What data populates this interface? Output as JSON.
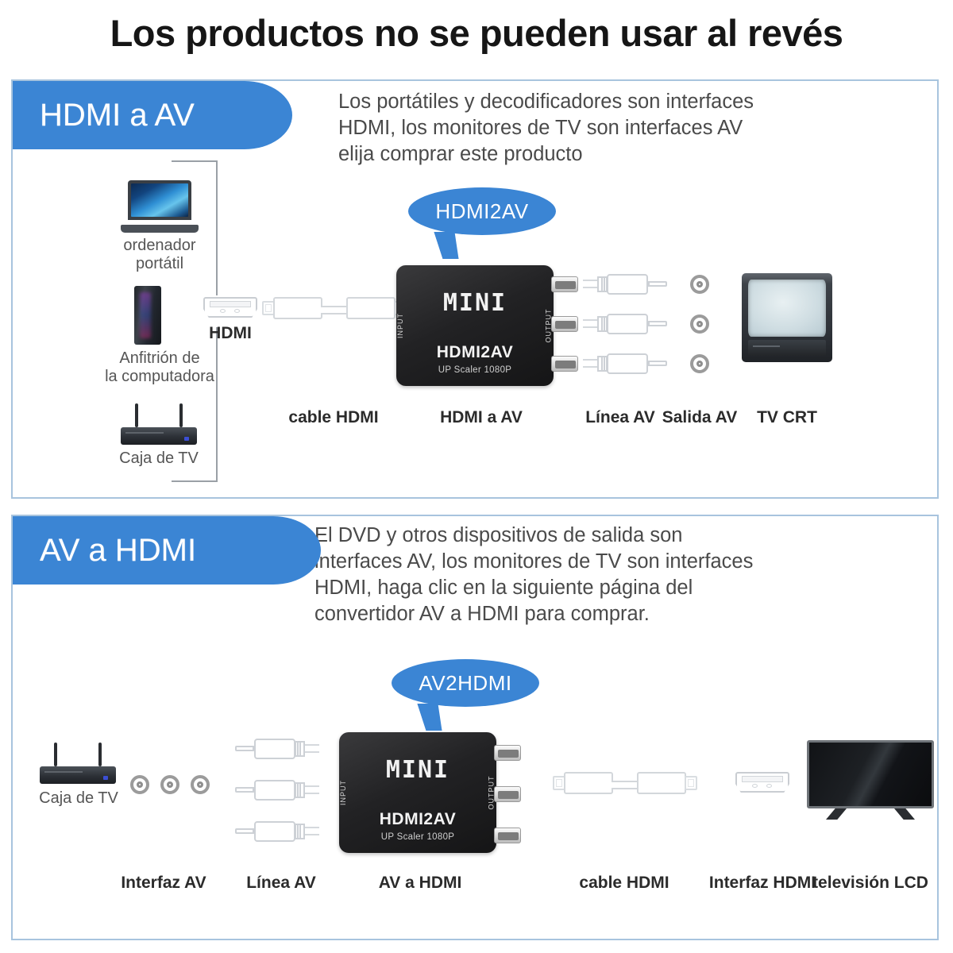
{
  "title": "Los productos no se pueden usar al revés",
  "colors": {
    "accent_blue": "#3b85d4",
    "panel_border": "#a8c4de",
    "title_text": "#161616",
    "body_text": "#4a4a4a",
    "caption_text": "#2b2b2b",
    "device_label": "#555555"
  },
  "panels": [
    {
      "tab_label": "HDMI a AV",
      "description": "Los portátiles y decodificadores son interfaces\nHDMI, los monitores de TV son interfaces AV\nelija comprar este producto",
      "bubble_label": "HDMI2AV",
      "converter": {
        "brand": "MINI",
        "model": "HDMI2AV",
        "sub": "UP Scaler 1080P",
        "input_label": "INPUT",
        "output_label": "OUTPUT"
      },
      "devices": [
        {
          "name": "ordenador\nportátil",
          "icon": "laptop-icon"
        },
        {
          "name": "Anfitrión de\nla computadora",
          "icon": "pc-tower-icon"
        },
        {
          "name": "Caja de TV",
          "icon": "tv-box-icon"
        }
      ],
      "port_label": "HDMI",
      "captions": [
        "cable HDMI",
        "HDMI a AV",
        "Línea AV",
        "Salida AV",
        "TV CRT"
      ]
    },
    {
      "tab_label": "AV a HDMI",
      "description": "El DVD y otros dispositivos de salida son\ninterfaces AV, los monitores de TV son interfaces\nHDMI, haga clic en la siguiente página del\nconvertidor AV a HDMI para comprar.",
      "bubble_label": "AV2HDMI",
      "converter": {
        "brand": "MINI",
        "model": "HDMI2AV",
        "sub": "UP Scaler 1080P",
        "input_label": "INPUT",
        "output_label": "OUTPUT"
      },
      "devices": [
        {
          "name": "Caja de TV",
          "icon": "tv-box-icon"
        }
      ],
      "captions": [
        "Interfaz AV",
        "Línea AV",
        "AV a HDMI",
        "cable HDMI",
        "Interfaz HDMI",
        "televisión LCD"
      ]
    }
  ]
}
